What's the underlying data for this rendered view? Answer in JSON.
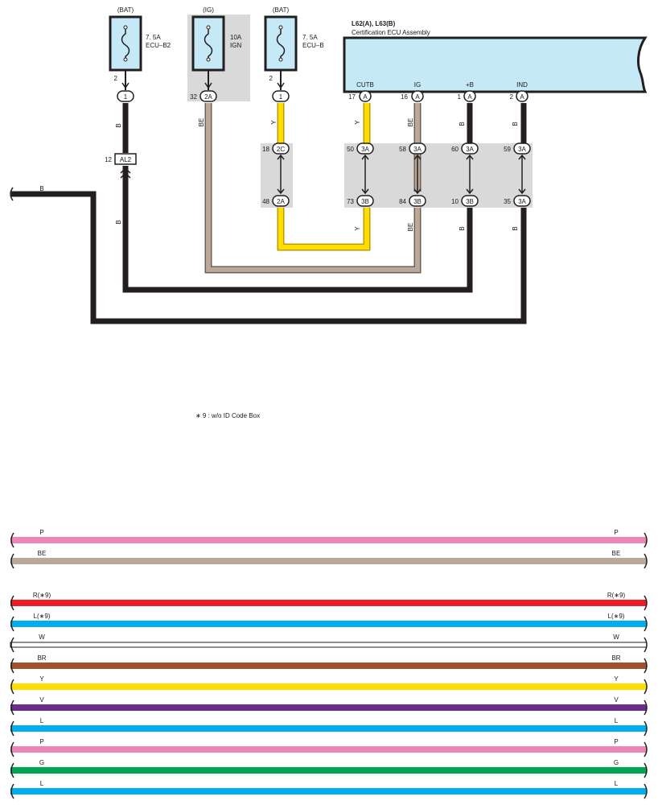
{
  "fuses": [
    {
      "source": "(BAT)",
      "rating": "7. 5A",
      "name": "ECU–B2",
      "pin": "2",
      "conn_label": "1",
      "wire": "B"
    },
    {
      "source": "(IG)",
      "rating": "10A",
      "name": "IGN",
      "pin": "32",
      "conn_label": "2A",
      "wire": "BE"
    },
    {
      "source": "(BAT)",
      "rating": "7. 5A",
      "name": "ECU–B",
      "pin": "2",
      "conn_label": "1",
      "wire": "Y"
    }
  ],
  "ecu": {
    "connectors": "L62(A), L63(B)",
    "name": "Certification ECU Assembly",
    "terminals": [
      {
        "name": "CUTB",
        "pin": "17",
        "conn": "A",
        "wire": "Y"
      },
      {
        "name": "IG",
        "pin": "16",
        "conn": "A",
        "wire": "BE"
      },
      {
        "name": "+B",
        "pin": "1",
        "conn": "A",
        "wire": "B"
      },
      {
        "name": "IND",
        "pin": "2",
        "conn": "A",
        "wire": "B"
      }
    ]
  },
  "junctions": {
    "al2": {
      "pin": "12",
      "label": "AL2",
      "wire_below": "B"
    },
    "left_wire": "B",
    "jb_small": {
      "top_pin": "18",
      "top_label": "2C",
      "bottom_pin": "48",
      "bottom_label": "2A"
    },
    "jb_large": [
      {
        "top_pin": "50",
        "top_label": "3A",
        "bottom_pin": "73",
        "bottom_label": "3B",
        "wire_below": "Y"
      },
      {
        "top_pin": "58",
        "top_label": "3A",
        "bottom_pin": "84",
        "bottom_label": "3B",
        "wire_below": "BE"
      },
      {
        "top_pin": "60",
        "top_label": "3A",
        "bottom_pin": "10",
        "bottom_label": "3B",
        "wire_below": "B"
      },
      {
        "top_pin": "59",
        "top_label": "3A",
        "bottom_pin": "35",
        "bottom_label": "3A",
        "wire_below": "B"
      }
    ]
  },
  "footnote": "∗ 9 : w/o ID Code Box",
  "legend": [
    {
      "code": "P",
      "color": "#ef85b6"
    },
    {
      "code": "BE",
      "color": "#bba898"
    },
    {
      "code": "R(∗9)",
      "color": "#ee1c25"
    },
    {
      "code": "L(∗9)",
      "color": "#00aeef"
    },
    {
      "code": "W",
      "color": "#ffffff"
    },
    {
      "code": "BR",
      "color": "#a0522d"
    },
    {
      "code": "Y",
      "color": "#ffdd00"
    },
    {
      "code": "V",
      "color": "#6b2d8c"
    },
    {
      "code": "L",
      "color": "#00aeef"
    },
    {
      "code": "P",
      "color": "#ef85b6"
    },
    {
      "code": "G",
      "color": "#00a651"
    },
    {
      "code": "L",
      "color": "#00aeef"
    }
  ],
  "colors": {
    "wire_black": "#231f20",
    "wire_beige": "#bba898",
    "wire_yellow": "#ffdd00",
    "ecu_fill": "#c6e9f7",
    "fuse_fill": "#c6e9f7",
    "junction_fill": "#d9d9d9"
  }
}
